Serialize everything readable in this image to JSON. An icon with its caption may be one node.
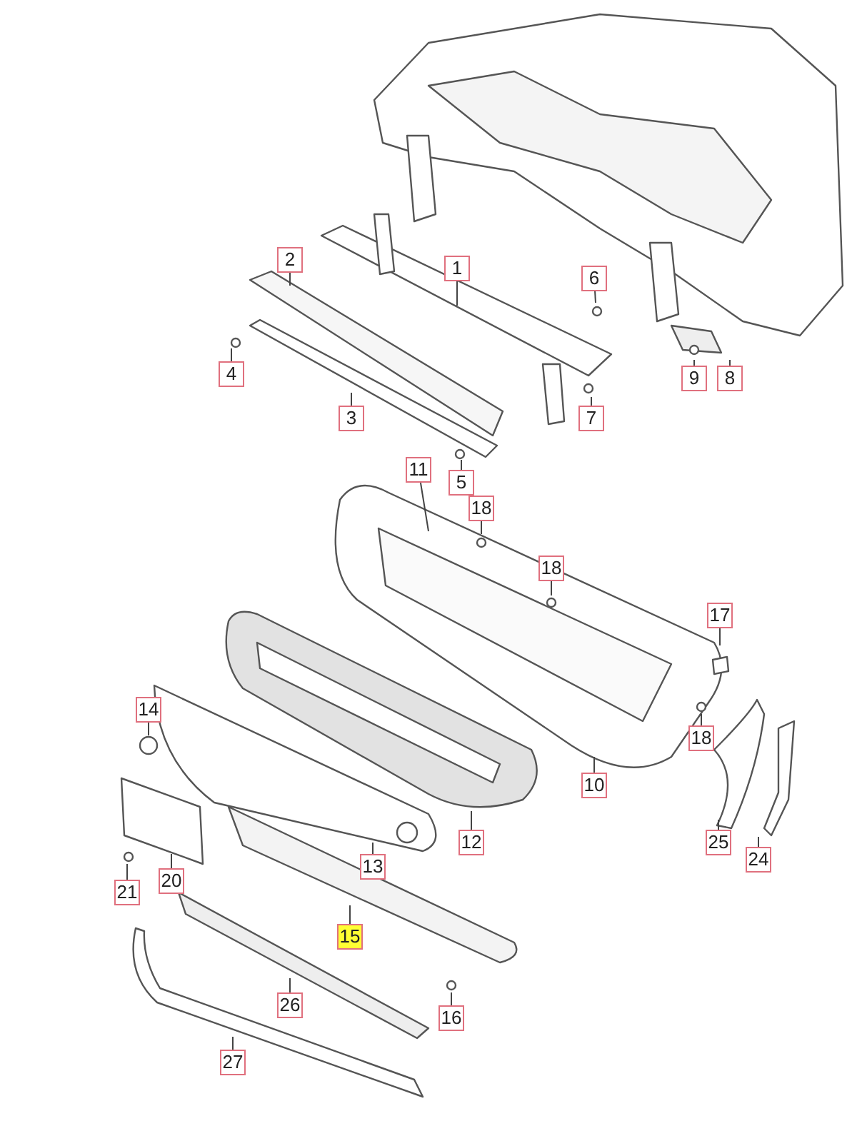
{
  "diagram": {
    "nodes": [
      {
        "text": [
          "1"
        ]
      },
      {
        "text": [
          "2"
        ]
      },
      {
        "text": [
          "6"
        ]
      },
      {
        "text": [
          "4"
        ]
      },
      {
        "text": [
          "7"
        ]
      },
      {
        "text": [
          "9"
        ]
      },
      {
        "text": [
          "8"
        ]
      },
      {
        "text": [
          "3"
        ]
      },
      {
        "text": [
          "5"
        ]
      },
      {
        "text": [
          "11"
        ]
      },
      {
        "text": [
          "18"
        ]
      },
      {
        "text": [
          "18"
        ]
      },
      {
        "text": [
          "17"
        ]
      },
      {
        "text": [
          "14"
        ]
      },
      {
        "text": [
          "18"
        ]
      },
      {
        "text": [
          "10"
        ]
      },
      {
        "text": [
          "12"
        ]
      },
      {
        "text": [
          "25"
        ]
      },
      {
        "text": [
          "24"
        ]
      },
      {
        "text": [
          "20"
        ]
      },
      {
        "text": [
          "13"
        ]
      },
      {
        "text": [
          "21"
        ]
      },
      {
        "text": [
          "15"
        ]
      },
      {
        "text": [
          "16"
        ]
      },
      {
        "text": [
          "26"
        ]
      },
      {
        "text": [
          "27"
        ]
      }
    ],
    "edges": [
      {
        "from": 0,
        "to": null,
        "arrow": "none"
      },
      {
        "from": 1,
        "to": null,
        "arrow": "none"
      },
      {
        "from": 2,
        "to": null,
        "arrow": "none"
      },
      {
        "from": 3,
        "to": null,
        "arrow": "none"
      },
      {
        "from": 4,
        "to": null,
        "arrow": "none"
      },
      {
        "from": 5,
        "to": null,
        "arrow": "none"
      },
      {
        "from": 6,
        "to": null,
        "arrow": "none"
      },
      {
        "from": 7,
        "to": null,
        "arrow": "none"
      },
      {
        "from": 8,
        "to": null,
        "arrow": "none"
      },
      {
        "from": 9,
        "to": null,
        "arrow": "none"
      },
      {
        "from": 10,
        "to": null,
        "arrow": "none"
      },
      {
        "from": 11,
        "to": null,
        "arrow": "none"
      },
      {
        "from": 12,
        "to": null,
        "arrow": "none"
      },
      {
        "from": 13,
        "to": null,
        "arrow": "none"
      },
      {
        "from": 14,
        "to": null,
        "arrow": "none"
      },
      {
        "from": 15,
        "to": null,
        "arrow": "none"
      },
      {
        "from": 16,
        "to": null,
        "arrow": "none"
      },
      {
        "from": 17,
        "to": null,
        "arrow": "none"
      },
      {
        "from": 18,
        "to": null,
        "arrow": "none"
      },
      {
        "from": 19,
        "to": null,
        "arrow": "none"
      },
      {
        "from": 20,
        "to": null,
        "arrow": "none"
      },
      {
        "from": 21,
        "to": null,
        "arrow": "none"
      },
      {
        "from": 22,
        "to": null,
        "arrow": "none"
      },
      {
        "from": 23,
        "to": null,
        "arrow": "none"
      },
      {
        "from": 24,
        "to": null,
        "arrow": "none"
      },
      {
        "from": 25,
        "to": null,
        "arrow": "none"
      }
    ]
  }
}
